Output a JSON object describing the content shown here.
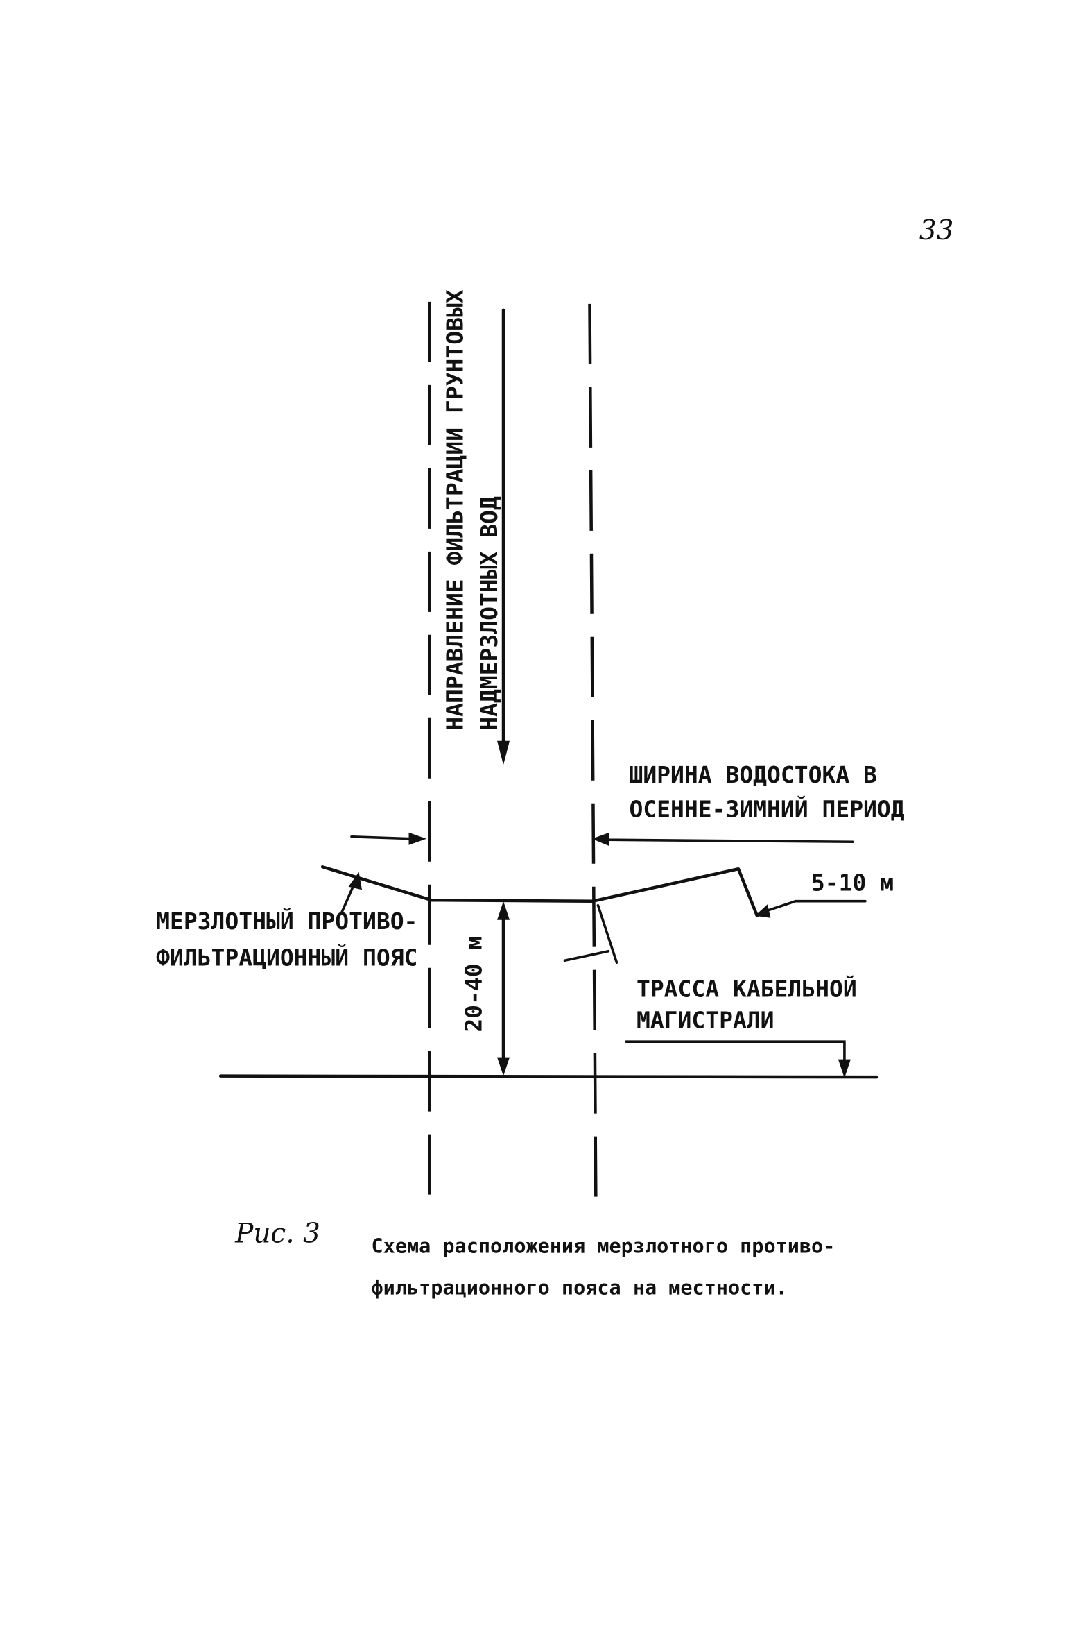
{
  "page_number": "33",
  "labels": {
    "flow_direction_line1": "НАПРАВЛЕНИЕ ФИЛЬТРАЦИИ ГРУНТОВЫХ",
    "flow_direction_line2": "НАДМЕРЗЛОТНЫХ ВОД",
    "channel_width_line1": "ШИРИНА ВОДОСТОКА В",
    "channel_width_line2": "ОСЕННЕ-ЗИМНИЙ ПЕРИОД",
    "belt_width": "5-10 м",
    "belt_name_line1": "МЕРЗЛОТНЫЙ ПРОТИВО-",
    "belt_name_line2": "ФИЛЬТРАЦИОННЫЙ ПОЯС",
    "distance": "20-40 м",
    "cable_route_line1": "ТРАССА КАБЕЛЬНОЙ",
    "cable_route_line2": "МАГИСТРАЛИ"
  },
  "caption": {
    "figure_label": "Рис. 3",
    "text_line1": "Схема расположения мерзлотного противо-",
    "text_line2": "фильтрационного пояса на местности."
  }
}
